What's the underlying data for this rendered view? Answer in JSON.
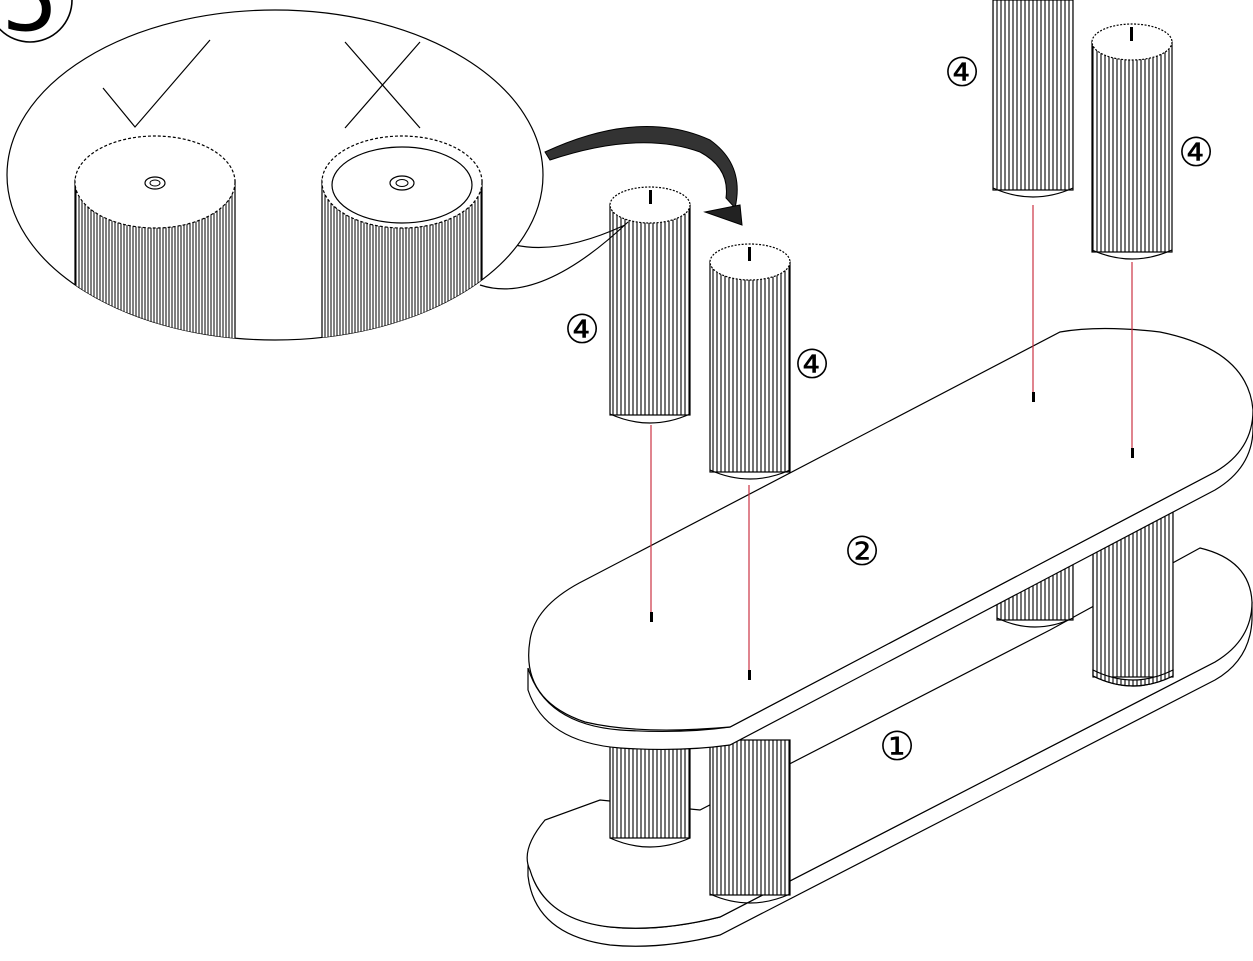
{
  "step_number": "5",
  "part_labels": {
    "bottom_shelf": "①",
    "top_shelf": "②",
    "leg_front_left": "④",
    "leg_front_right": "④",
    "leg_back_left": "④",
    "leg_back_right": "④"
  },
  "callout_icons": {
    "correct": "check-mark-icon",
    "incorrect": "cross-mark-icon",
    "rotation": "curved-arrow-icon"
  },
  "colors": {
    "line": "#000000",
    "guide": "#cc3344",
    "background": "#ffffff"
  }
}
